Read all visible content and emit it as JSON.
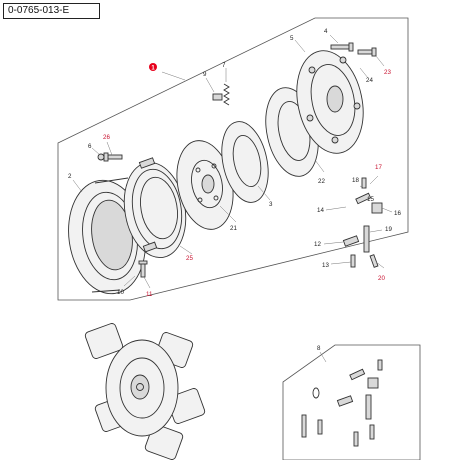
{
  "diagram": {
    "reference": "0-0765-013-E",
    "assembly_number": "1",
    "sub_assembly_number": "8",
    "colors": {
      "ink": "#333333",
      "highlight": "#c8102e",
      "red_marker": "#e8001c",
      "frame": "#555555"
    },
    "callouts": [
      {
        "id": "c1",
        "text": "1",
        "color": "red",
        "marker": true
      },
      {
        "id": "c2",
        "text": "2",
        "color": "black"
      },
      {
        "id": "c3",
        "text": "3",
        "color": "black"
      },
      {
        "id": "c4",
        "text": "4",
        "color": "black"
      },
      {
        "id": "c5",
        "text": "5",
        "color": "black"
      },
      {
        "id": "c6",
        "text": "6",
        "color": "black"
      },
      {
        "id": "c7",
        "text": "7",
        "color": "black"
      },
      {
        "id": "c9",
        "text": "9",
        "color": "black"
      },
      {
        "id": "c10",
        "text": "10",
        "color": "black"
      },
      {
        "id": "c11",
        "text": "11",
        "color": "red"
      },
      {
        "id": "c12",
        "text": "12",
        "color": "black"
      },
      {
        "id": "c13",
        "text": "13",
        "color": "black"
      },
      {
        "id": "c14",
        "text": "14",
        "color": "black"
      },
      {
        "id": "c15",
        "text": "15",
        "color": "black"
      },
      {
        "id": "c16",
        "text": "16",
        "color": "black"
      },
      {
        "id": "c17",
        "text": "17",
        "color": "red"
      },
      {
        "id": "c18",
        "text": "18",
        "color": "black"
      },
      {
        "id": "c19",
        "text": "19",
        "color": "black"
      },
      {
        "id": "c20",
        "text": "20",
        "color": "red"
      },
      {
        "id": "c21",
        "text": "21",
        "color": "black"
      },
      {
        "id": "c22",
        "text": "22",
        "color": "black"
      },
      {
        "id": "c23",
        "text": "23",
        "color": "red"
      },
      {
        "id": "c24",
        "text": "24",
        "color": "black"
      },
      {
        "id": "c25",
        "text": "25",
        "color": "red"
      },
      {
        "id": "c26",
        "text": "26",
        "color": "red"
      }
    ]
  }
}
